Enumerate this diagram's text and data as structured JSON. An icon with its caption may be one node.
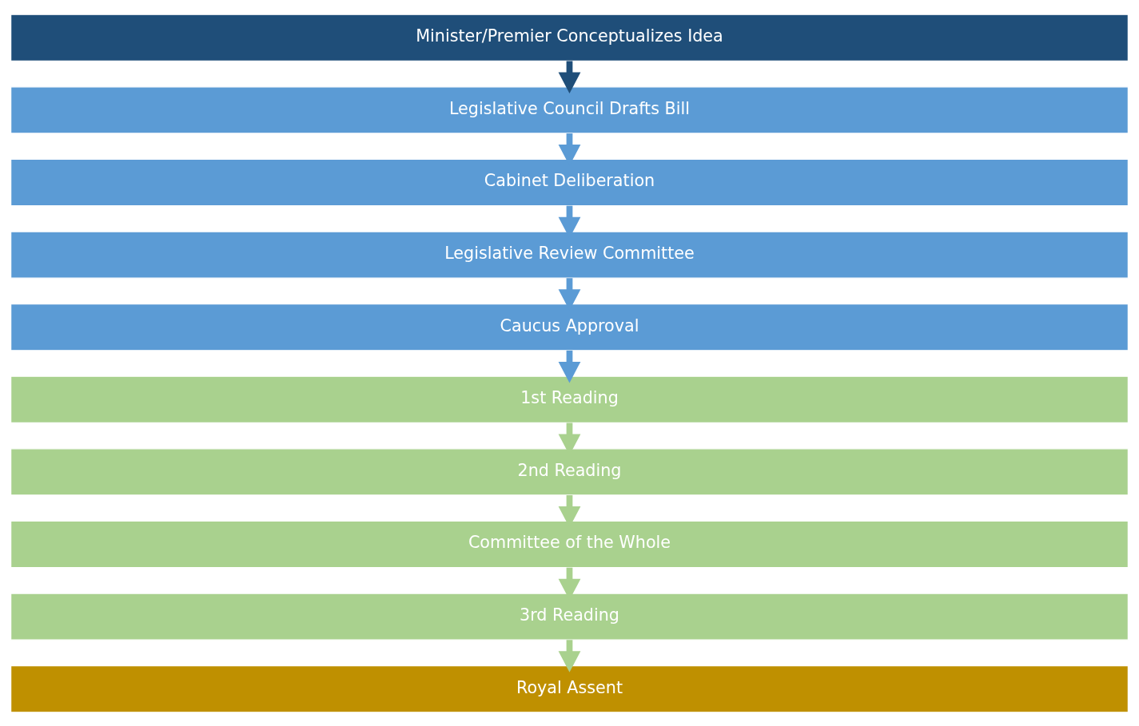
{
  "diagram": {
    "nodes": [
      {
        "text": [
          "Minister/Premier Conceptualizes Idea"
        ]
      },
      {
        "text": [
          "Legislative Council Drafts Bill"
        ]
      },
      {
        "text": [
          "Cabinet Deliberation"
        ]
      },
      {
        "text": [
          "Legislative Review Committee"
        ]
      },
      {
        "text": [
          "Caucus Approval"
        ]
      },
      {
        "text": [
          "1st Reading"
        ]
      },
      {
        "text": [
          "2nd Reading"
        ]
      },
      {
        "text": [
          "Committee of the Whole"
        ]
      },
      {
        "text": [
          "3rd Reading"
        ]
      },
      {
        "text": [
          "Royal Assent"
        ]
      }
    ],
    "edges": [
      {
        "from": 0,
        "to": 1,
        "arrow": "to",
        "color": "#1f4e79"
      },
      {
        "from": 1,
        "to": 2,
        "arrow": "to"
      },
      {
        "from": 2,
        "to": 3,
        "arrow": "to"
      },
      {
        "from": 3,
        "to": 4,
        "arrow": "to"
      },
      {
        "from": 4,
        "to": 5,
        "arrow": "to"
      },
      {
        "from": 5,
        "to": 6,
        "arrow": "to",
        "color": "#a9d18e"
      },
      {
        "from": 6,
        "to": 7,
        "arrow": "to",
        "color": "#a9d18e"
      },
      {
        "from": 7,
        "to": 8,
        "arrow": "to",
        "color": "#a9d18e"
      },
      {
        "from": 8,
        "to": 9,
        "arrow": "to",
        "color": "#a9d18e"
      }
    ]
  }
}
